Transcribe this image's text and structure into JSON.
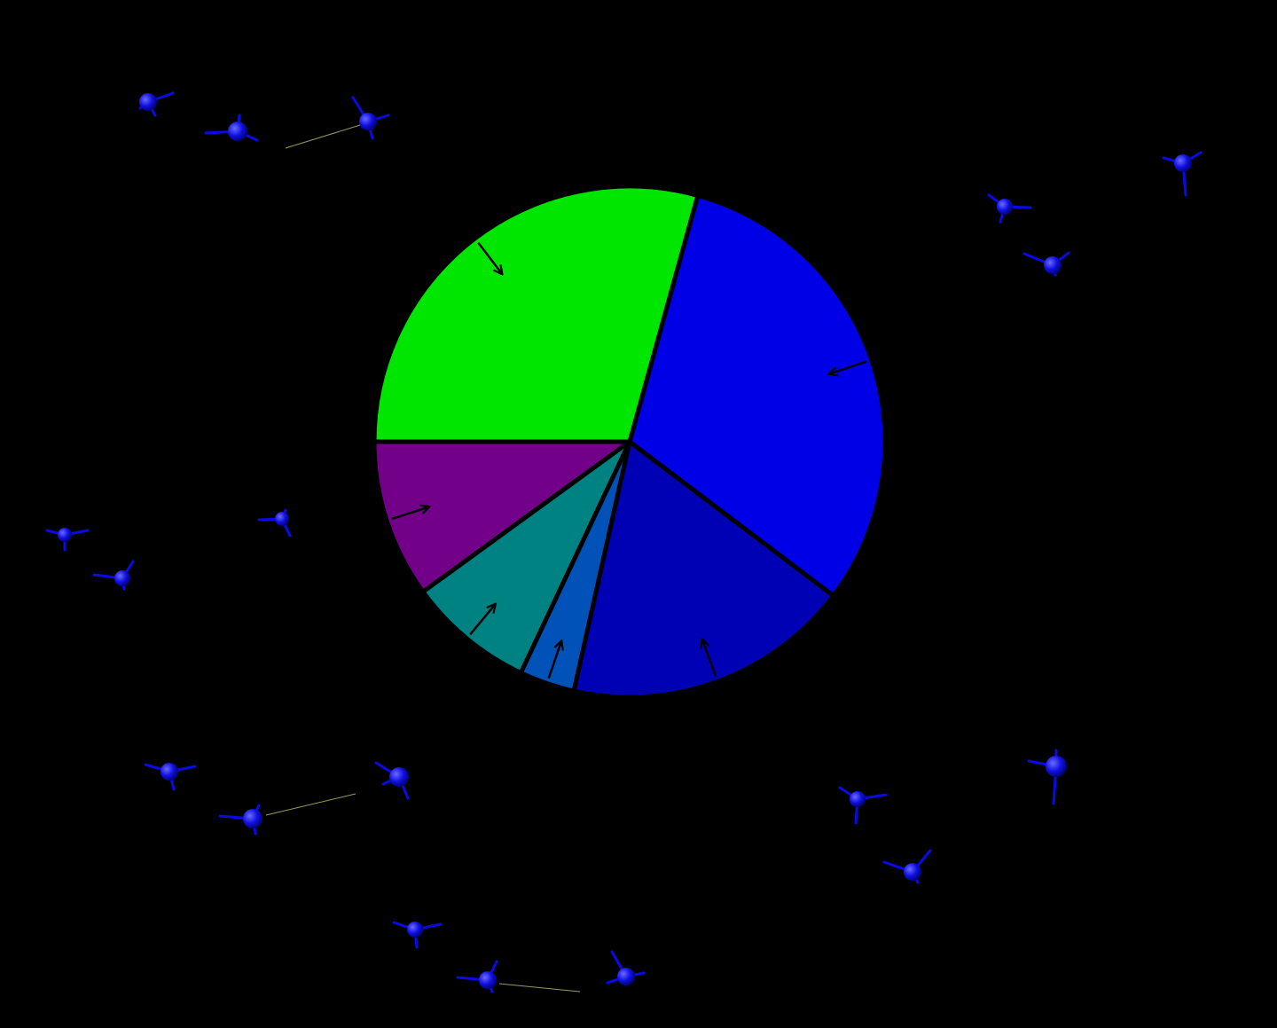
{
  "chart_data": {
    "type": "pie",
    "start_angle_deg": 180,
    "direction": "counterclockwise",
    "slices": [
      {
        "value": 10.0,
        "color": "#730088"
      },
      {
        "value": 8.0,
        "color": "#008282"
      },
      {
        "value": 3.5,
        "color": "#0051b8"
      },
      {
        "value": 18.2,
        "color": "#0000b4"
      },
      {
        "value": 31.0,
        "color": "#0000e6"
      },
      {
        "value": 29.3,
        "color": "#00e600"
      }
    ],
    "slice_edge_color": "#000000",
    "annotation_arrows": true
  },
  "decor": {
    "molecule_color": "#0a0ae6",
    "connector_color": "#9a9a55"
  }
}
